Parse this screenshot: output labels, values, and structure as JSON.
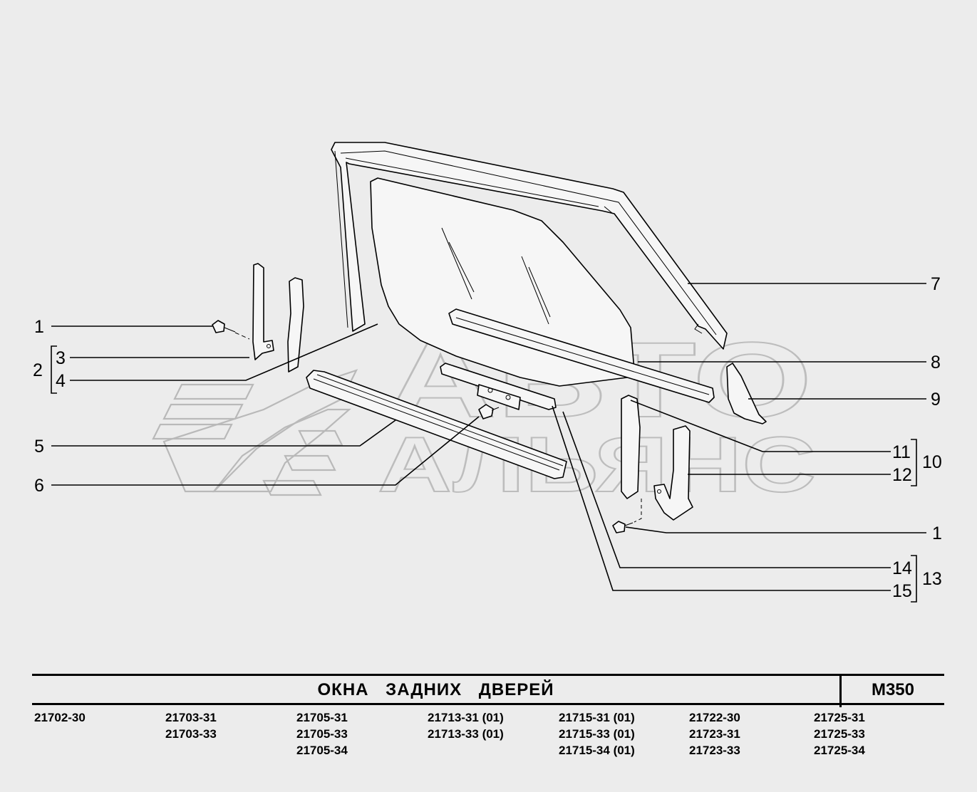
{
  "title": "ОКНА   ЗАДНИХ   ДВЕРЕЙ",
  "code": "М350",
  "watermark": {
    "line1": "АВТО",
    "line2": "АЛЬЯНС",
    "color": "#bdbdbd"
  },
  "callouts": {
    "c1_left": "1",
    "c2": "2",
    "c3": "3",
    "c4": "4",
    "c5": "5",
    "c6": "6",
    "c7": "7",
    "c8": "8",
    "c9": "9",
    "c10": "10",
    "c11": "11",
    "c12": "12",
    "c1_right": "1",
    "c13": "13",
    "c14": "14",
    "c15": "15"
  },
  "models": [
    [
      "21702-30"
    ],
    [
      "21703-31",
      "21703-33"
    ],
    [
      "21705-31",
      "21705-33",
      "21705-34"
    ],
    [
      "21713-31 (01)",
      "21713-33 (01)"
    ],
    [
      "21715-31 (01)",
      "21715-33 (01)",
      "21715-34 (01)"
    ],
    [
      "21722-30",
      "21723-31",
      "21723-33"
    ],
    [
      "21725-31",
      "21725-33",
      "21725-34"
    ]
  ]
}
